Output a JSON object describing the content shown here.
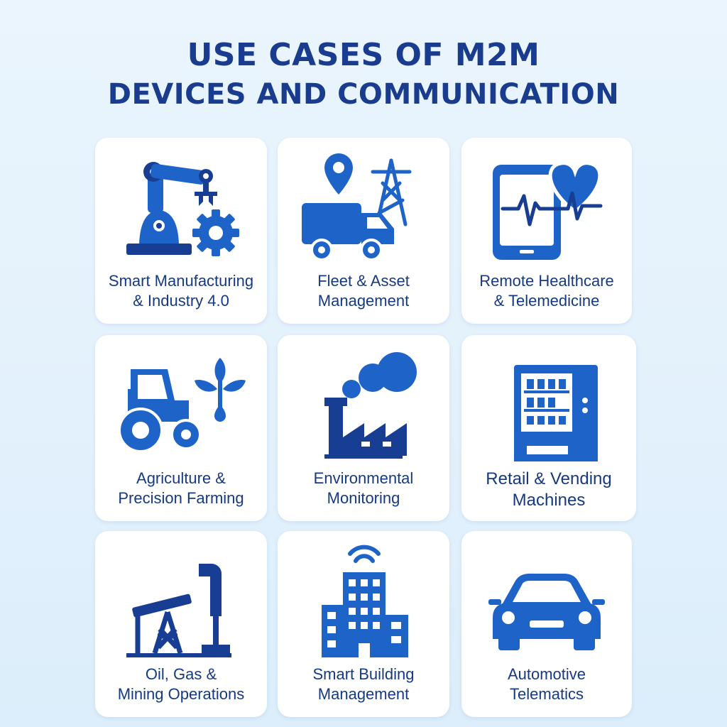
{
  "title": {
    "line1": "USE CASES OF M2M",
    "line2": "DEVICES AND COMMUNICATION"
  },
  "colors": {
    "icon_blue": "#1e63c8",
    "icon_dark_blue": "#173e92",
    "text_blue": "#163a82",
    "card_background": "#ffffff",
    "page_background": "#e3f1fc"
  },
  "cards": [
    {
      "icon": "robotic-arm-gear-icon",
      "label_line1": "Smart Manufacturing",
      "label_line2": "& Industry 4.0"
    },
    {
      "icon": "truck-location-tower-icon",
      "label_line1": "Fleet & Asset",
      "label_line2": "Management"
    },
    {
      "icon": "tablet-heartbeat-icon",
      "label_line1": "Remote Healthcare",
      "label_line2": "& Telemedicine"
    },
    {
      "icon": "tractor-plant-icon",
      "label_line1": "Agriculture &",
      "label_line2": "Precision Farming"
    },
    {
      "icon": "factory-smoke-icon",
      "label_line1": "Environmental",
      "label_line2": "Monitoring"
    },
    {
      "icon": "vending-machine-icon",
      "label_line1": "Retail & Vending",
      "label_line2": "Machines"
    },
    {
      "icon": "oil-pumpjack-icon",
      "label_line1": "Oil, Gas &",
      "label_line2": "Mining Operations"
    },
    {
      "icon": "smart-building-wifi-icon",
      "label_line1": "Smart Building",
      "label_line2": "Management"
    },
    {
      "icon": "car-icon",
      "label_line1": "Automotive",
      "label_line2": "Telematics"
    }
  ]
}
